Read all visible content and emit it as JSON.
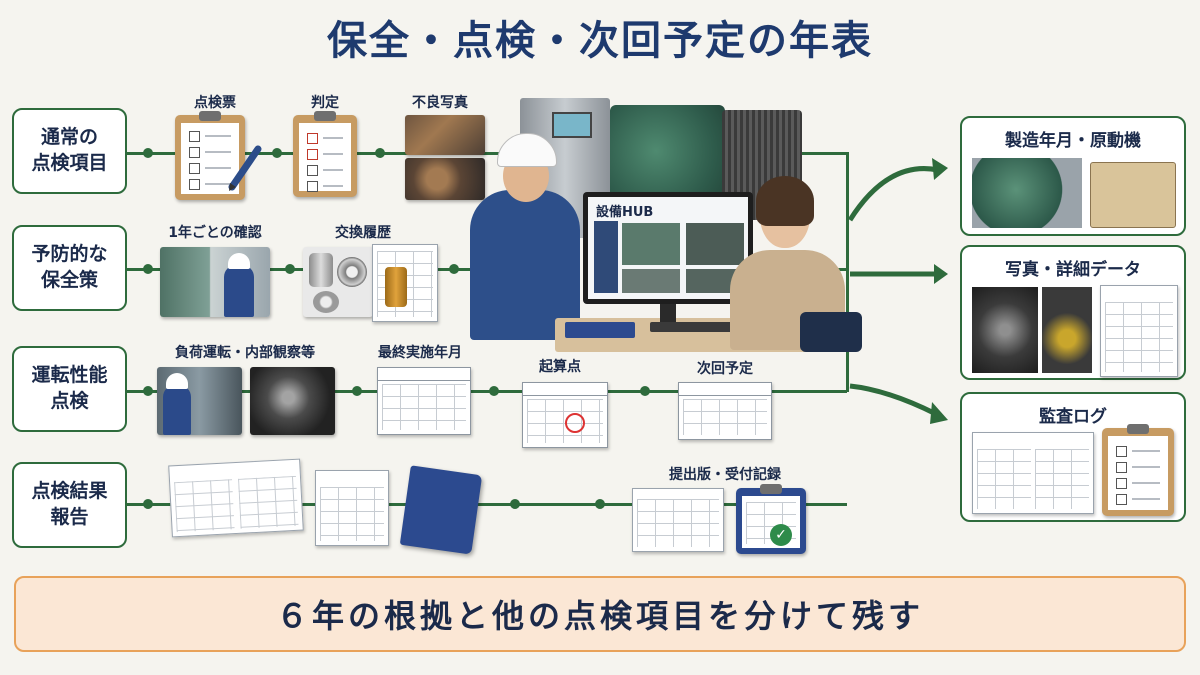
{
  "title": "保全・点検・次回予定の年表",
  "rows": [
    {
      "label": "通常の\n点検項目"
    },
    {
      "label": "予防的な\n保全策"
    },
    {
      "label": "運転性能\n点検"
    },
    {
      "label": "点検結果\n報告"
    }
  ],
  "row1": {
    "inspection_sheet": "点検票",
    "judgement": "判定",
    "defect_photo": "不良写真"
  },
  "row2": {
    "annual_check": "1年ごとの確認",
    "replacement_history": "交換履歴"
  },
  "row3": {
    "load_run": "負荷運転・内部観察等",
    "last_date": "最終実施年月",
    "start_point": "起算点",
    "next_plan": "次回予定"
  },
  "row4": {
    "submission": "提出版・受付記録"
  },
  "center": {
    "monitor_title": "設備HUB"
  },
  "right": {
    "manufacture": "製造年月・原動機",
    "photos_details": "写真・詳細データ",
    "audit_log": "監査ログ"
  },
  "banner": "６年の根拠と他の点検項目を分けて残す",
  "colors": {
    "line": "#2e6b3c",
    "title": "#1e3a6e",
    "banner_bg": "#fbe7d5",
    "banner_border": "#e8a25a"
  }
}
